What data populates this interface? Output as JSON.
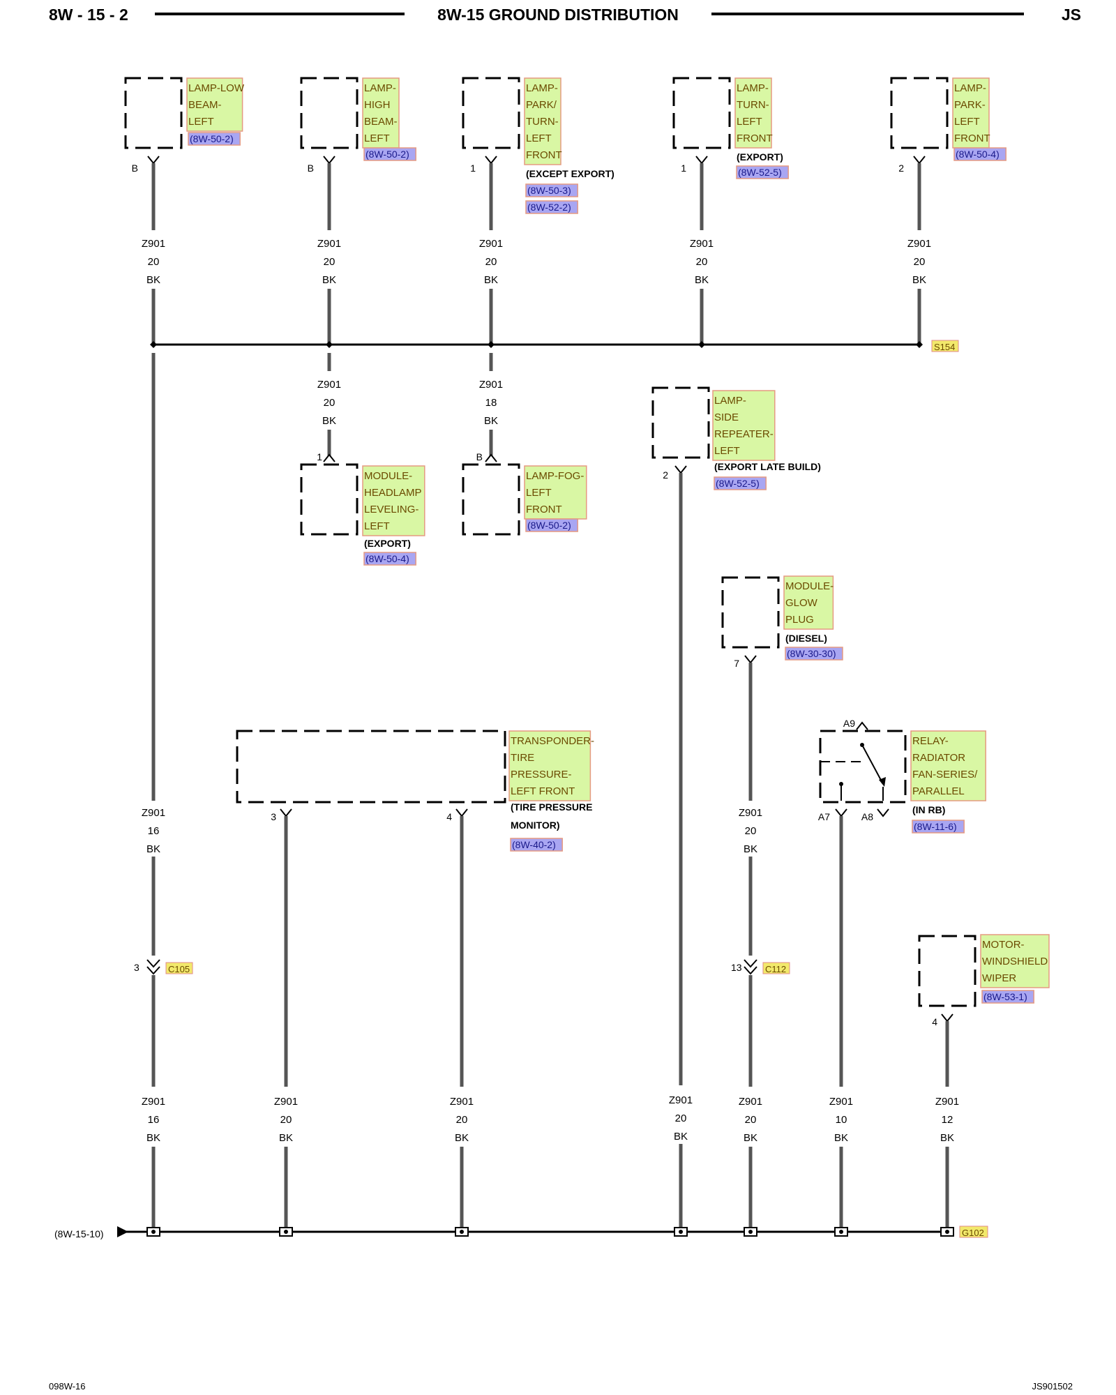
{
  "header": {
    "page_id": "8W - 15 - 2",
    "title": "8W-15 GROUND DISTRIBUTION",
    "platform": "JS"
  },
  "footer": {
    "left": "098W-16",
    "right": "JS901502"
  },
  "splices": {
    "s154": "S154",
    "c105": "C105",
    "c112": "C112",
    "g102": "G102",
    "c105_pin": "3",
    "c112_pin": "13",
    "ground_ref": "(8W-15-10)"
  },
  "components": {
    "lamp_low_beam_left": {
      "lines": [
        "LAMP-LOW",
        "BEAM-",
        "LEFT"
      ],
      "ref": "(8W-50-2)",
      "pin": "B"
    },
    "lamp_high_beam_left": {
      "lines": [
        "LAMP-",
        "HIGH",
        "BEAM-",
        "LEFT"
      ],
      "ref": "(8W-50-2)",
      "pin": "B"
    },
    "lamp_park_turn_left_front": {
      "lines": [
        "LAMP-",
        "PARK/",
        "TURN-",
        "LEFT",
        "FRONT"
      ],
      "note": "(EXCEPT EXPORT)",
      "refs": [
        "(8W-50-3)",
        "(8W-52-2)"
      ],
      "pin": "1"
    },
    "lamp_turn_left_front": {
      "lines": [
        "LAMP-",
        "TURN-",
        "LEFT",
        "FRONT"
      ],
      "note": "(EXPORT)",
      "ref": "(8W-52-5)",
      "pin": "1"
    },
    "lamp_park_left_front": {
      "lines": [
        "LAMP-",
        "PARK-",
        "LEFT",
        "FRONT"
      ],
      "ref": "(8W-50-4)",
      "pin": "2"
    },
    "lamp_side_repeater_left": {
      "lines": [
        "LAMP-",
        "SIDE",
        "REPEATER-",
        "LEFT"
      ],
      "note": "(EXPORT LATE BUILD)",
      "ref": "(8W-52-5)",
      "pin": "2"
    },
    "module_headlamp_leveling_left": {
      "lines": [
        "MODULE-",
        "HEADLAMP",
        "LEVELING-",
        "LEFT"
      ],
      "note": "(EXPORT)",
      "ref": "(8W-50-4)",
      "pin": "1"
    },
    "lamp_fog_left_front": {
      "lines": [
        "LAMP-FOG-",
        "LEFT",
        "FRONT"
      ],
      "ref": "(8W-50-2)",
      "pin": "B"
    },
    "module_glow_plug": {
      "lines": [
        "MODULE-",
        "GLOW",
        "PLUG"
      ],
      "note": "(DIESEL)",
      "ref": "(8W-30-30)",
      "pin": "7"
    },
    "transponder_tire_pressure": {
      "lines": [
        "TRANSPONDER-",
        "TIRE",
        "PRESSURE-",
        "LEFT FRONT"
      ],
      "notes": [
        "(TIRE PRESSURE",
        "MONITOR)"
      ],
      "ref": "(8W-40-2)",
      "pins": [
        "3",
        "4"
      ]
    },
    "relay_radiator_fan": {
      "lines": [
        "RELAY-",
        "RADIATOR",
        "FAN-SERIES/",
        "PARALLEL"
      ],
      "note": "(IN RB)",
      "ref": "(8W-11-6)",
      "pins": [
        "A9",
        "A7",
        "A8"
      ]
    },
    "motor_windshield_wiper": {
      "lines": [
        "MOTOR-",
        "WINDSHIELD",
        "WIPER"
      ],
      "ref": "(8W-53-1)",
      "pin": "4"
    }
  },
  "wires": {
    "w_low_beam": [
      "Z901",
      "20",
      "BK"
    ],
    "w_high_beam": [
      "Z901",
      "20",
      "BK"
    ],
    "w_park_turn": [
      "Z901",
      "20",
      "BK"
    ],
    "w_turn": [
      "Z901",
      "20",
      "BK"
    ],
    "w_park": [
      "Z901",
      "20",
      "BK"
    ],
    "w_hl_level": [
      "Z901",
      "20",
      "BK"
    ],
    "w_fog": [
      "Z901",
      "18",
      "BK"
    ],
    "w_main_upper": [
      "Z901",
      "16",
      "BK"
    ],
    "w_main_lower": [
      "Z901",
      "16",
      "BK"
    ],
    "w_tpm3": [
      "Z901",
      "20",
      "BK"
    ],
    "w_tpm4": [
      "Z901",
      "20",
      "BK"
    ],
    "w_repeater": [
      "Z901",
      "20",
      "BK"
    ],
    "w_glow_upper": [
      "Z901",
      "20",
      "BK"
    ],
    "w_glow_lower": [
      "Z901",
      "20",
      "BK"
    ],
    "w_relay": [
      "Z901",
      "10",
      "BK"
    ],
    "w_wiper": [
      "Z901",
      "12",
      "BK"
    ]
  }
}
